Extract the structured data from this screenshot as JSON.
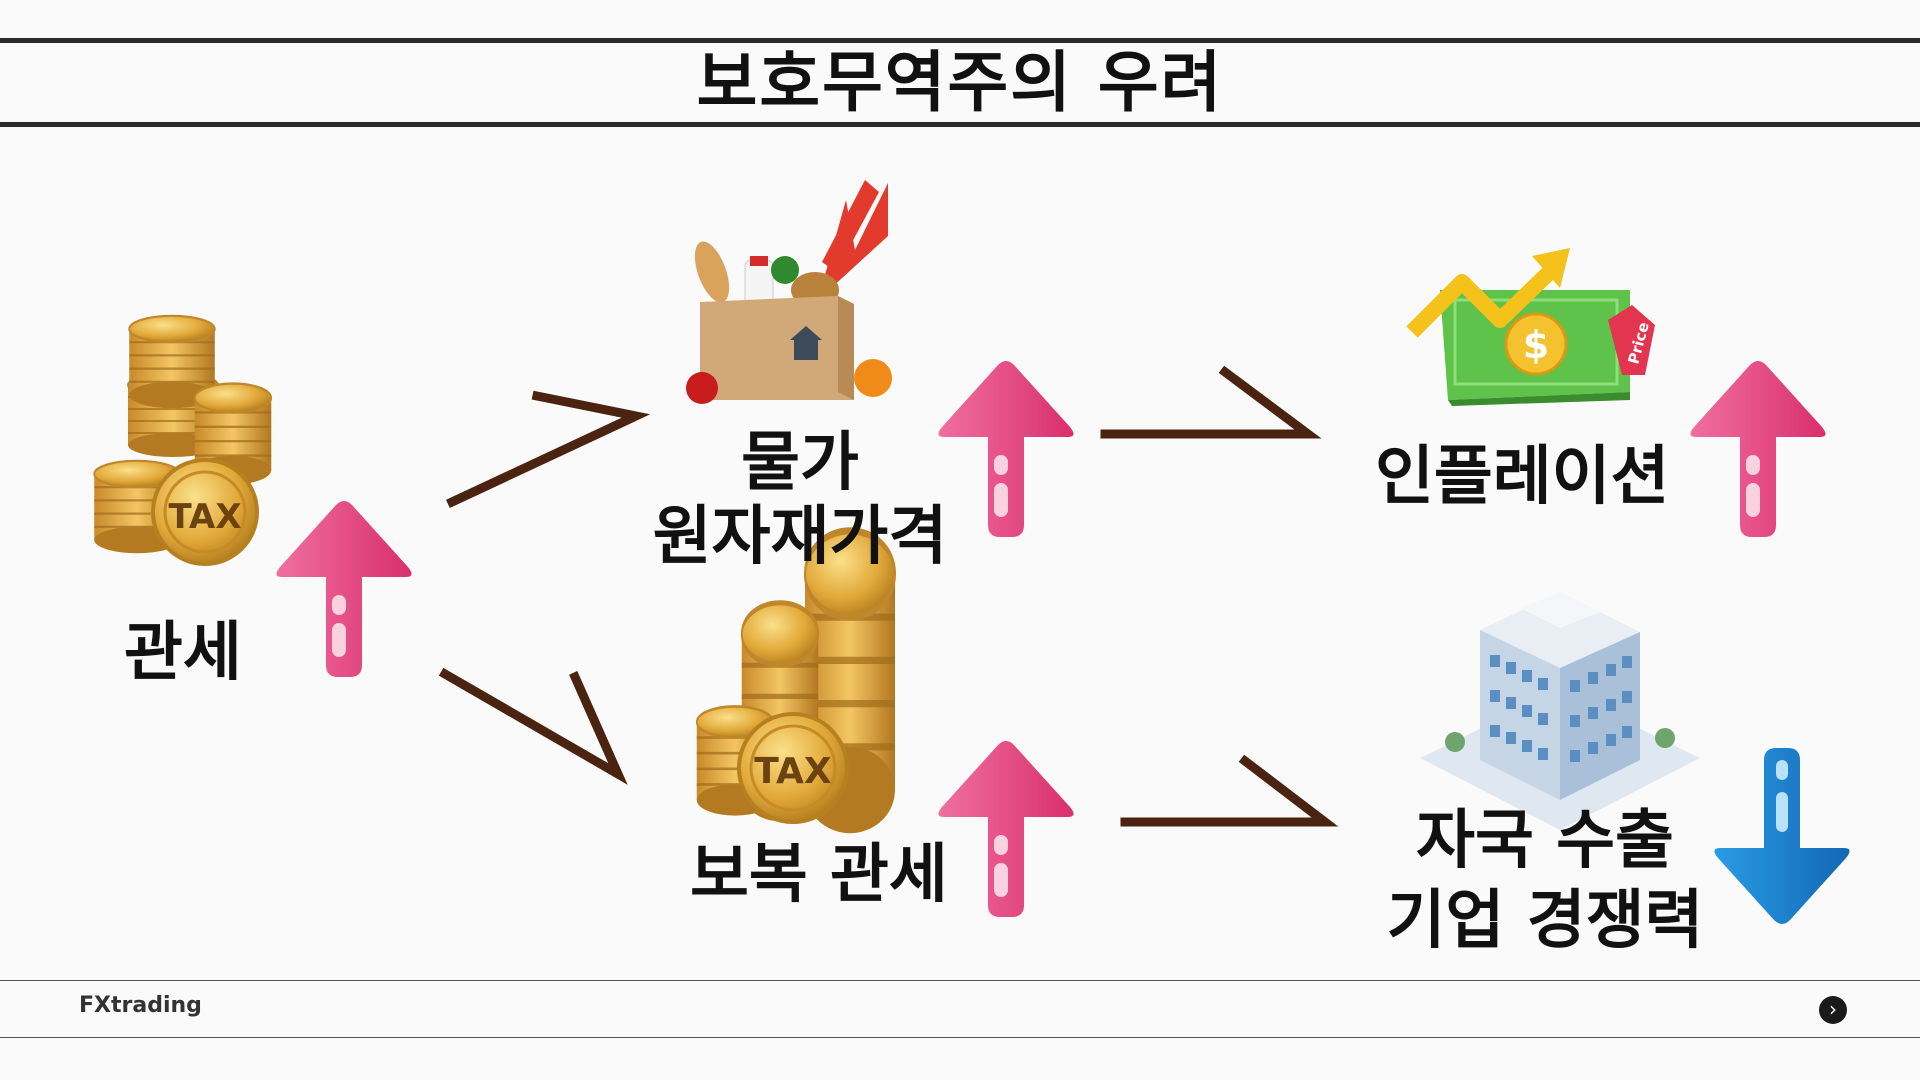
{
  "title": "보호무역주의 우려",
  "nodes": {
    "tariff": {
      "label": "관세",
      "icon": "tax-coins-icon",
      "trend": "up"
    },
    "prices": {
      "label_line1": "물가",
      "label_line2": "원자재가격",
      "icon": "grocery-box-rising-arrow-icon",
      "trend": "up"
    },
    "retaliatory_tariff": {
      "label": "보복 관세",
      "icon": "tax-coins-stack-icon",
      "trend": "up"
    },
    "inflation": {
      "label": "인플레이션",
      "icon": "money-price-tag-rising-icon",
      "trend": "up"
    },
    "export_competitiveness": {
      "label_line1": "자국 수출",
      "label_line2": "기업 경쟁력",
      "icon": "company-building-icon",
      "trend": "down"
    }
  },
  "colors": {
    "up_arrow": "#e5497f",
    "down_arrow": "#1b84d1",
    "connector": "#4a2410",
    "rule": "#2b2b2b"
  },
  "footer": {
    "brand": "FXtrading",
    "next_icon": "chevron-right-icon"
  }
}
